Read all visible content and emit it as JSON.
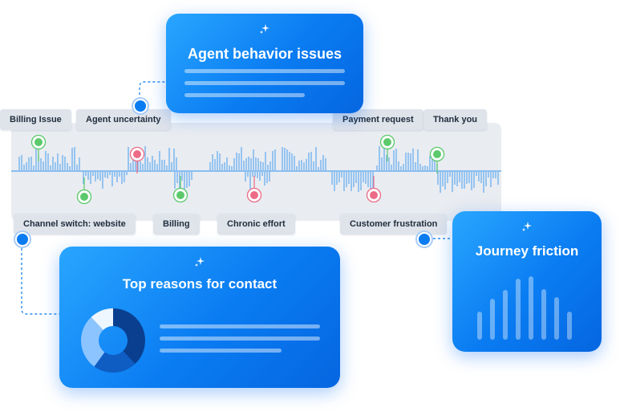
{
  "timeline": {
    "tags_top": [
      "Billing Issue",
      "Agent uncertainty",
      "Payment request",
      "Thank you"
    ],
    "tags_bottom": [
      "Channel switch: website",
      "Billing",
      "Chronic effort",
      "Customer frustration"
    ]
  },
  "cards": {
    "agent_behavior": {
      "title": "Agent behavior issues"
    },
    "top_reasons": {
      "title": "Top reasons for contact"
    },
    "journey_friction": {
      "title": "Journey friction"
    }
  },
  "colors": {
    "accent": "#0a7cf2",
    "positive_marker": "#5cc96b",
    "negative_marker": "#ec6b86",
    "waveform": "#6aaef0",
    "donut": [
      "#0a3f8f",
      "#0f5cc2",
      "#8cc4ff",
      "#eef6ff"
    ]
  },
  "donut_shares": [
    0.38,
    0.22,
    0.28,
    0.12
  ],
  "journey_bar_levels": [
    0.4,
    0.58,
    0.7,
    0.86,
    0.9,
    0.72,
    0.6,
    0.4
  ]
}
